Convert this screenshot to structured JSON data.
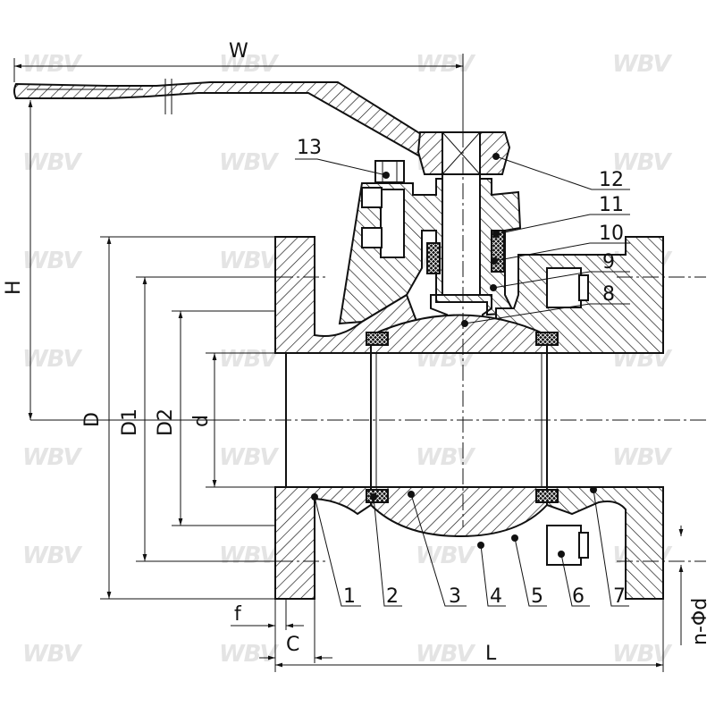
{
  "dimensions": {
    "W": "W",
    "H": "H",
    "D": "D",
    "D1": "D1",
    "D2": "D2",
    "d": "d",
    "L": "L",
    "f": "f",
    "C": "C",
    "holes": "n-Φd"
  },
  "parts": [
    "1",
    "2",
    "3",
    "4",
    "5",
    "6",
    "7",
    "8",
    "9",
    "10",
    "11",
    "12",
    "13"
  ],
  "watermark": "WBV"
}
